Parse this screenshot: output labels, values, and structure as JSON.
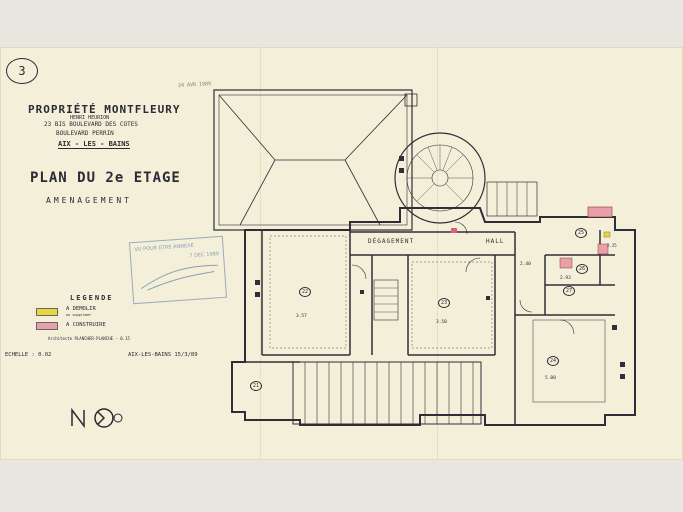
{
  "sheet_number": "3",
  "handwritten_date": "24 AVR 1989",
  "title": {
    "owner": "PROPRIÉTÉ MONTFLEURY",
    "line1": "HENRI HEURION",
    "line2": "23 BIS BOULEVARD DES COTES",
    "line3": "BOULEVARD PERRIN",
    "city": "AIX - LES - BAINS"
  },
  "plan_title": "PLAN DU 2e ETAGE",
  "plan_subtitle": "AMENAGEMENT",
  "legend": {
    "heading": "LEGENDE",
    "items": [
      {
        "label": "A DEMOLIR",
        "sub": "ou supprimer",
        "color": "#e8d640"
      },
      {
        "label": "A CONSTRUIRE",
        "sub": "",
        "color": "#e8a0a8"
      }
    ]
  },
  "scale_text": "ECHELLE : 0.02",
  "signature_line": "AIX-LES-BAINS 15/3/89",
  "small_note": "Architecte PLANCHER-PLANCHE - 0.15",
  "stamp_lines": [
    "VU POUR ETRE ANNEXE",
    "7 DEC 1989"
  ],
  "room_labels": {
    "degagement": "DÉGAGEMENT",
    "hall": "HALL",
    "r22": "22",
    "r23": "23",
    "r21": "21",
    "r24": "24",
    "r25": "25",
    "r26": "26",
    "r27": "27"
  },
  "dimension_texts": [
    "3.57",
    "3.50",
    "5.00",
    "2.40",
    "2.93",
    "2.25"
  ]
}
